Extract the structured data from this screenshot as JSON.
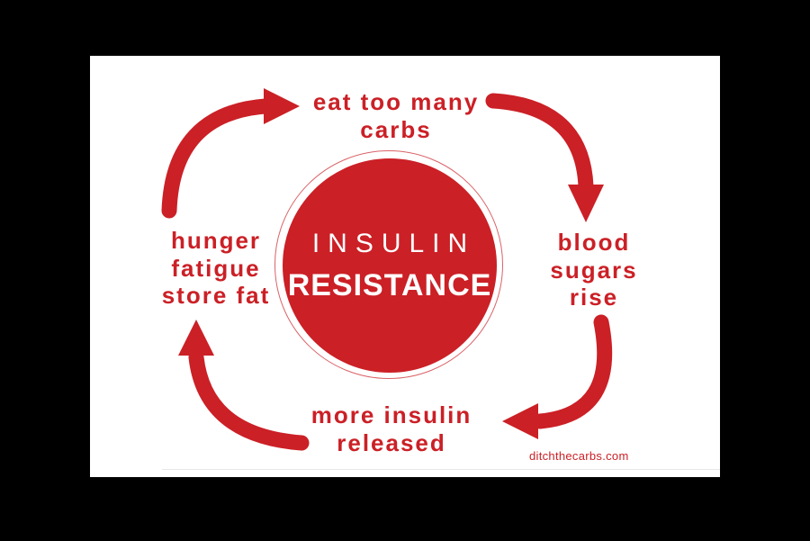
{
  "colors": {
    "page_background": "#000000",
    "card_background": "#ffffff",
    "accent_red": "#cb2026",
    "center_text": "#ffffff"
  },
  "diagram": {
    "center": {
      "line1": "INSULIN",
      "line2": "RESISTANCE"
    },
    "cycle": [
      {
        "id": "eat-too-many-carbs",
        "position": "top",
        "label": "eat too many\ncarbs"
      },
      {
        "id": "blood-sugars-rise",
        "position": "right",
        "label": "blood\nsugars\nrise"
      },
      {
        "id": "more-insulin-released",
        "position": "bottom",
        "label": "more insulin\nreleased"
      },
      {
        "id": "hunger-fatigue-store-fat",
        "position": "left",
        "label": "hunger\nfatigue\nstore fat"
      }
    ],
    "watermark": "ditchthecarbs.com"
  }
}
